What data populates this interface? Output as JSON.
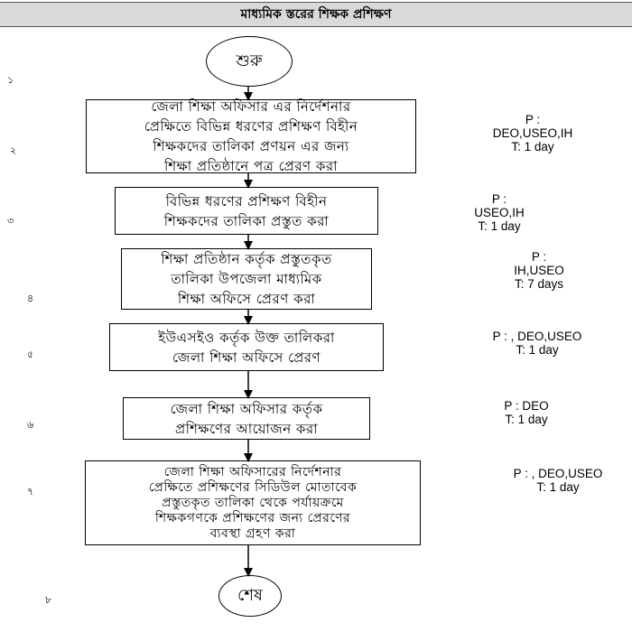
{
  "header": {
    "title": "মাধ্যমিক স্তরের শিক্ষক প্রশিক্ষণ"
  },
  "start": {
    "label": "শুরু"
  },
  "end": {
    "label": "শেষ"
  },
  "steps": [
    {
      "num": "১",
      "text": "",
      "resp": ""
    },
    {
      "num": "২",
      "text": "জেলা শিক্ষা অফিসার এর নির্দেশনার\nপ্রেক্ষিতে বিভিন্ন ধরণের প্রশিক্ষণ বিহীন\nশিক্ষকদের তালিকা প্রণয়ন এর জন্য\nশিক্ষা প্রতিষ্ঠানে পত্র প্রেরণ করা",
      "resp": "P :\nDEO,USEO,IH\nT: 1 day"
    },
    {
      "num": "৩",
      "text": "বিভিন্ন ধরণের প্রশিক্ষণ বিহীন\nশিক্ষকদের তালিকা প্রস্তুত করা",
      "resp": "P :\nUSEO,IH\nT: 1 day"
    },
    {
      "num": "৪",
      "text": "শিক্ষা প্রতিষ্ঠান কর্তৃক প্রস্তুতকৃত\nতালিকা উপজেলা মাধ্যমিক\nশিক্ষা অফিসে প্রেরণ করা",
      "resp": "P :\nIH,USEO\nT: 7 days"
    },
    {
      "num": "৫",
      "text": "ইউএসইও কর্তৃক উক্ত তালিকরা\nজেলা শিক্ষা অফিসে প্রেরণ",
      "resp": "P : , DEO,USEO\nT: 1 day"
    },
    {
      "num": "৬",
      "text": "জেলা শিক্ষা অফিসার কর্তৃক\nপ্রশিক্ষণের আয়োজন করা",
      "resp": "P : DEO\nT: 1 day"
    },
    {
      "num": "৭",
      "text": "জেলা শিক্ষা অফিসারের নির্দেশনার\nপ্রেক্ষিতে প্রশিক্ষণের সিডিউল মোতাবেক\nপ্রস্তুতকৃত তালিকা থেকে পর্যায়ক্রমে\nশিক্ষকগণকে প্রশিক্ষণের জন্য প্রেরণের\nব্যবস্থা গ্রহণ করা",
      "resp": "P : , DEO,USEO\nT: 1 day"
    },
    {
      "num": "৮",
      "text": "",
      "resp": ""
    }
  ]
}
